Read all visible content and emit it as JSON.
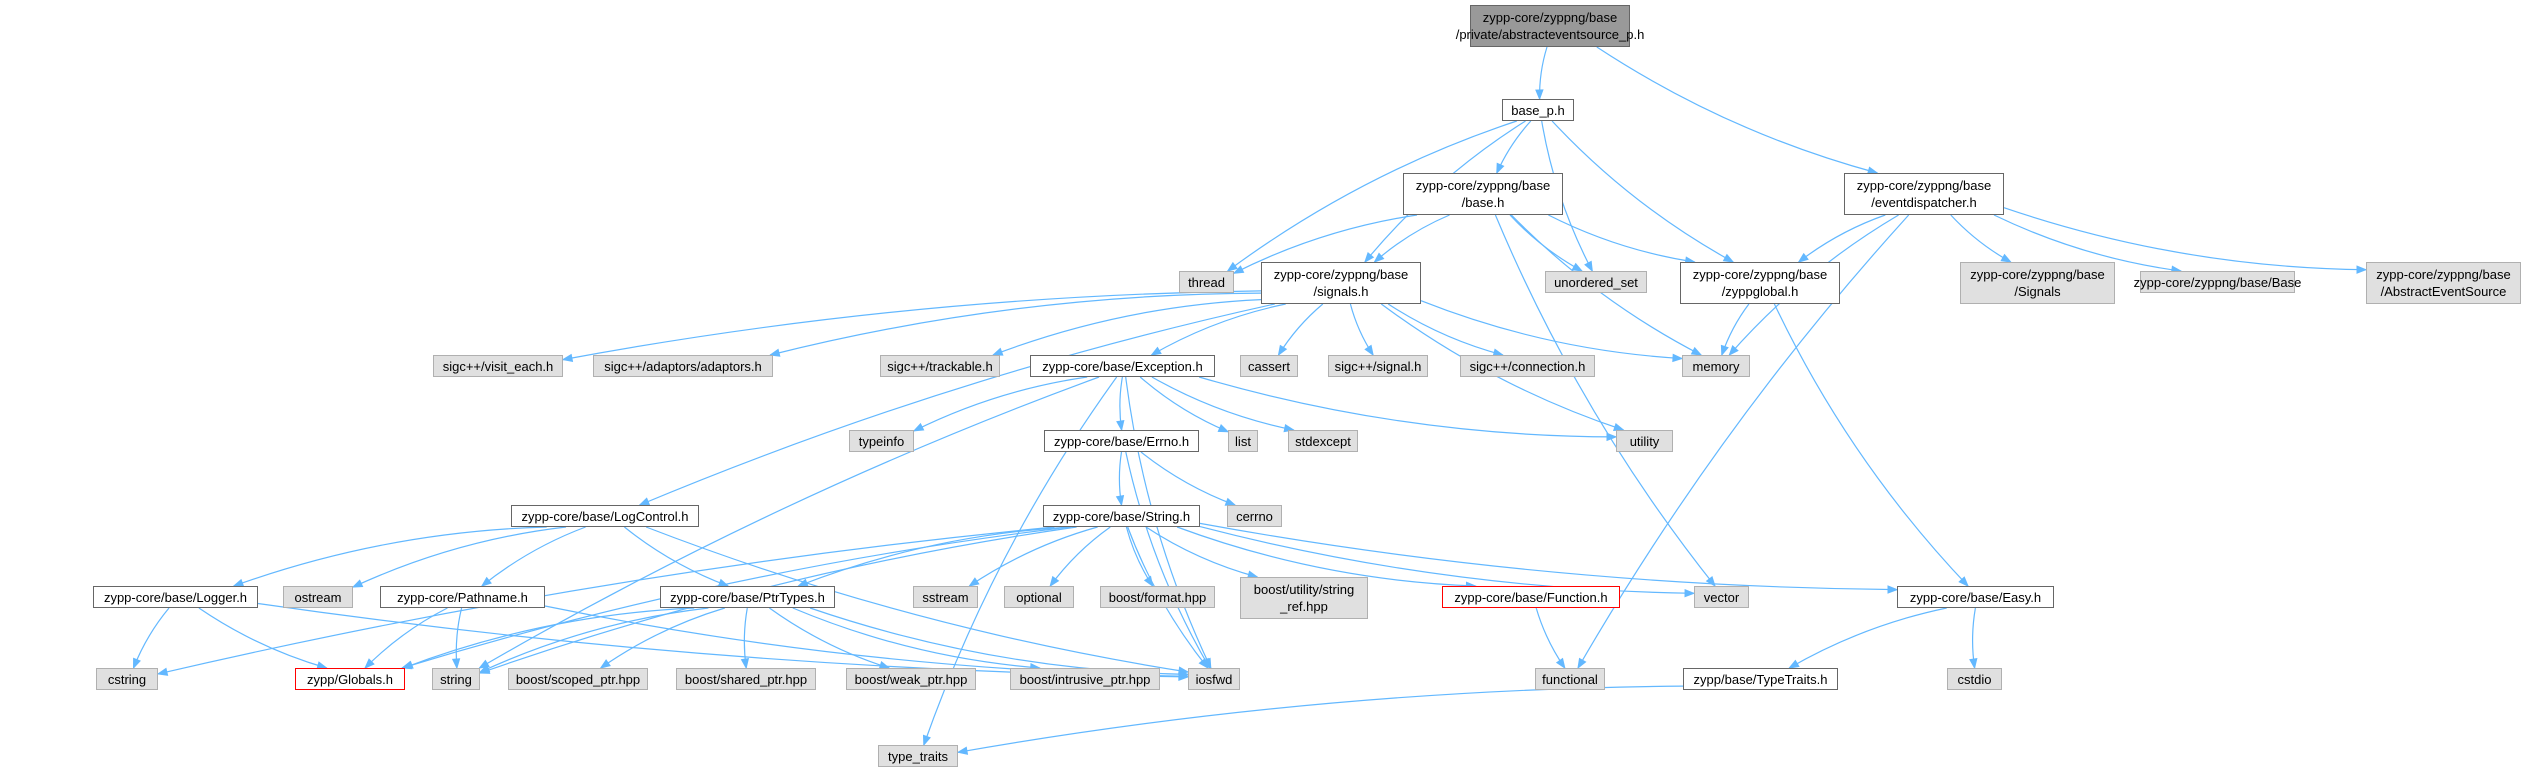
{
  "colors": {
    "edge": "#63b8ff",
    "node_border": "#666666",
    "external_fill": "#e0e0e0",
    "root_fill": "#999999",
    "truncated_border": "#ff0000"
  },
  "nodes": [
    {
      "id": "root",
      "lines": [
        "zypp-core/zyppng/base",
        "/private/abstracteventsource_p.h"
      ],
      "kind": "root"
    },
    {
      "id": "base_p",
      "lines": [
        "base_p.h"
      ],
      "kind": "doc"
    },
    {
      "id": "eventdispatcher",
      "lines": [
        "zypp-core/zyppng/base",
        "/eventdispatcher.h"
      ],
      "kind": "doc"
    },
    {
      "id": "base_h",
      "lines": [
        "zypp-core/zyppng/base",
        "/base.h"
      ],
      "kind": "doc"
    },
    {
      "id": "thread",
      "lines": [
        "thread"
      ],
      "kind": "ext"
    },
    {
      "id": "signals",
      "lines": [
        "zypp-core/zyppng/base",
        "/signals.h"
      ],
      "kind": "doc"
    },
    {
      "id": "unordered_set",
      "lines": [
        "unordered_set"
      ],
      "kind": "ext"
    },
    {
      "id": "zyppglobal",
      "lines": [
        "zypp-core/zyppng/base",
        "/zyppglobal.h"
      ],
      "kind": "doc"
    },
    {
      "id": "zb_signals",
      "lines": [
        "zypp-core/zyppng/base",
        "/Signals"
      ],
      "kind": "ext"
    },
    {
      "id": "zb_base",
      "lines": [
        "zypp-core/zyppng/base/Base"
      ],
      "kind": "ext"
    },
    {
      "id": "zb_abs",
      "lines": [
        "zypp-core/zyppng/base",
        "/AbstractEventSource"
      ],
      "kind": "ext"
    },
    {
      "id": "visit_each",
      "lines": [
        "sigc++/visit_each.h"
      ],
      "kind": "ext"
    },
    {
      "id": "adaptors",
      "lines": [
        "sigc++/adaptors/adaptors.h"
      ],
      "kind": "ext"
    },
    {
      "id": "trackable",
      "lines": [
        "sigc++/trackable.h"
      ],
      "kind": "ext"
    },
    {
      "id": "exception",
      "lines": [
        "zypp-core/base/Exception.h"
      ],
      "kind": "doc"
    },
    {
      "id": "cassert",
      "lines": [
        "cassert"
      ],
      "kind": "ext"
    },
    {
      "id": "signal_h",
      "lines": [
        "sigc++/signal.h"
      ],
      "kind": "ext"
    },
    {
      "id": "connection",
      "lines": [
        "sigc++/connection.h"
      ],
      "kind": "ext"
    },
    {
      "id": "memory",
      "lines": [
        "memory"
      ],
      "kind": "ext"
    },
    {
      "id": "typeinfo",
      "lines": [
        "typeinfo"
      ],
      "kind": "ext"
    },
    {
      "id": "errno",
      "lines": [
        "zypp-core/base/Errno.h"
      ],
      "kind": "doc"
    },
    {
      "id": "list",
      "lines": [
        "list"
      ],
      "kind": "ext"
    },
    {
      "id": "stdexcept",
      "lines": [
        "stdexcept"
      ],
      "kind": "ext"
    },
    {
      "id": "utility",
      "lines": [
        "utility"
      ],
      "kind": "ext"
    },
    {
      "id": "logcontrol",
      "lines": [
        "zypp-core/base/LogControl.h"
      ],
      "kind": "doc"
    },
    {
      "id": "string_h",
      "lines": [
        "zypp-core/base/String.h"
      ],
      "kind": "doc"
    },
    {
      "id": "cerrno",
      "lines": [
        "cerrno"
      ],
      "kind": "ext"
    },
    {
      "id": "logger",
      "lines": [
        "zypp-core/base/Logger.h"
      ],
      "kind": "doc"
    },
    {
      "id": "ostream",
      "lines": [
        "ostream"
      ],
      "kind": "ext"
    },
    {
      "id": "pathname",
      "lines": [
        "zypp-core/Pathname.h"
      ],
      "kind": "doc"
    },
    {
      "id": "ptrtypes",
      "lines": [
        "zypp-core/base/PtrTypes.h"
      ],
      "kind": "doc"
    },
    {
      "id": "sstream",
      "lines": [
        "sstream"
      ],
      "kind": "ext"
    },
    {
      "id": "optional",
      "lines": [
        "optional"
      ],
      "kind": "ext"
    },
    {
      "id": "bformat",
      "lines": [
        "boost/format.hpp"
      ],
      "kind": "ext"
    },
    {
      "id": "bstringref",
      "lines": [
        "boost/utility/string",
        "_ref.hpp"
      ],
      "kind": "ext"
    },
    {
      "id": "function_h",
      "lines": [
        "zypp-core/base/Function.h"
      ],
      "kind": "trunc"
    },
    {
      "id": "vector",
      "lines": [
        "vector"
      ],
      "kind": "ext"
    },
    {
      "id": "easy",
      "lines": [
        "zypp-core/base/Easy.h"
      ],
      "kind": "doc"
    },
    {
      "id": "cstring",
      "lines": [
        "cstring"
      ],
      "kind": "ext"
    },
    {
      "id": "globals",
      "lines": [
        "zypp/Globals.h"
      ],
      "kind": "trunc"
    },
    {
      "id": "string_std",
      "lines": [
        "string"
      ],
      "kind": "ext"
    },
    {
      "id": "bscoped",
      "lines": [
        "boost/scoped_ptr.hpp"
      ],
      "kind": "ext"
    },
    {
      "id": "bshared",
      "lines": [
        "boost/shared_ptr.hpp"
      ],
      "kind": "ext"
    },
    {
      "id": "bweak",
      "lines": [
        "boost/weak_ptr.hpp"
      ],
      "kind": "ext"
    },
    {
      "id": "bintrusive",
      "lines": [
        "boost/intrusive_ptr.hpp"
      ],
      "kind": "ext"
    },
    {
      "id": "iosfwd",
      "lines": [
        "iosfwd"
      ],
      "kind": "ext"
    },
    {
      "id": "functional",
      "lines": [
        "functional"
      ],
      "kind": "ext"
    },
    {
      "id": "typetraits_h",
      "lines": [
        "zypp/base/TypeTraits.h"
      ],
      "kind": "doc"
    },
    {
      "id": "cstdio",
      "lines": [
        "cstdio"
      ],
      "kind": "ext"
    },
    {
      "id": "type_traits",
      "lines": [
        "type_traits"
      ],
      "kind": "ext"
    }
  ],
  "edges": [
    [
      "root",
      "base_p"
    ],
    [
      "root",
      "eventdispatcher"
    ],
    [
      "base_p",
      "base_h"
    ],
    [
      "base_p",
      "thread"
    ],
    [
      "base_p",
      "signals"
    ],
    [
      "base_p",
      "unordered_set"
    ],
    [
      "base_p",
      "zyppglobal"
    ],
    [
      "eventdispatcher",
      "zyppglobal"
    ],
    [
      "eventdispatcher",
      "memory"
    ],
    [
      "eventdispatcher",
      "zb_signals"
    ],
    [
      "eventdispatcher",
      "zb_base"
    ],
    [
      "eventdispatcher",
      "zb_abs"
    ],
    [
      "eventdispatcher",
      "functional"
    ],
    [
      "base_h",
      "thread"
    ],
    [
      "base_h",
      "signals"
    ],
    [
      "base_h",
      "unordered_set"
    ],
    [
      "base_h",
      "zyppglobal"
    ],
    [
      "base_h",
      "memory"
    ],
    [
      "base_h",
      "vector"
    ],
    [
      "signals",
      "visit_each"
    ],
    [
      "signals",
      "adaptors"
    ],
    [
      "signals",
      "trackable"
    ],
    [
      "signals",
      "exception"
    ],
    [
      "signals",
      "cassert"
    ],
    [
      "signals",
      "signal_h"
    ],
    [
      "signals",
      "connection"
    ],
    [
      "signals",
      "memory"
    ],
    [
      "signals",
      "utility"
    ],
    [
      "signals",
      "logcontrol"
    ],
    [
      "zyppglobal",
      "memory"
    ],
    [
      "zyppglobal",
      "easy"
    ],
    [
      "exception",
      "typeinfo"
    ],
    [
      "exception",
      "errno"
    ],
    [
      "exception",
      "list"
    ],
    [
      "exception",
      "stdexcept"
    ],
    [
      "exception",
      "utility"
    ],
    [
      "exception",
      "type_traits"
    ],
    [
      "exception",
      "string_std"
    ],
    [
      "exception",
      "iosfwd"
    ],
    [
      "errno",
      "cerrno"
    ],
    [
      "errno",
      "string_h"
    ],
    [
      "errno",
      "iosfwd"
    ],
    [
      "logcontrol",
      "logger"
    ],
    [
      "logcontrol",
      "ostream"
    ],
    [
      "logcontrol",
      "pathname"
    ],
    [
      "logcontrol",
      "ptrtypes"
    ],
    [
      "logcontrol",
      "iosfwd"
    ],
    [
      "string_h",
      "cstring"
    ],
    [
      "string_h",
      "string_std"
    ],
    [
      "string_h",
      "ptrtypes"
    ],
    [
      "string_h",
      "sstream"
    ],
    [
      "string_h",
      "optional"
    ],
    [
      "string_h",
      "bformat"
    ],
    [
      "string_h",
      "bstringref"
    ],
    [
      "string_h",
      "function_h"
    ],
    [
      "string_h",
      "vector"
    ],
    [
      "string_h",
      "easy"
    ],
    [
      "string_h",
      "iosfwd"
    ],
    [
      "string_h",
      "globals"
    ],
    [
      "logger",
      "cstring"
    ],
    [
      "logger",
      "globals"
    ],
    [
      "logger",
      "iosfwd"
    ],
    [
      "pathname",
      "globals"
    ],
    [
      "pathname",
      "string_std"
    ],
    [
      "pathname",
      "iosfwd"
    ],
    [
      "ptrtypes",
      "globals"
    ],
    [
      "ptrtypes",
      "string_std"
    ],
    [
      "ptrtypes",
      "bscoped"
    ],
    [
      "ptrtypes",
      "bshared"
    ],
    [
      "ptrtypes",
      "bweak"
    ],
    [
      "ptrtypes",
      "bintrusive"
    ],
    [
      "ptrtypes",
      "iosfwd"
    ],
    [
      "function_h",
      "functional"
    ],
    [
      "easy",
      "typetraits_h"
    ],
    [
      "easy",
      "cstdio"
    ],
    [
      "typetraits_h",
      "type_traits"
    ]
  ]
}
